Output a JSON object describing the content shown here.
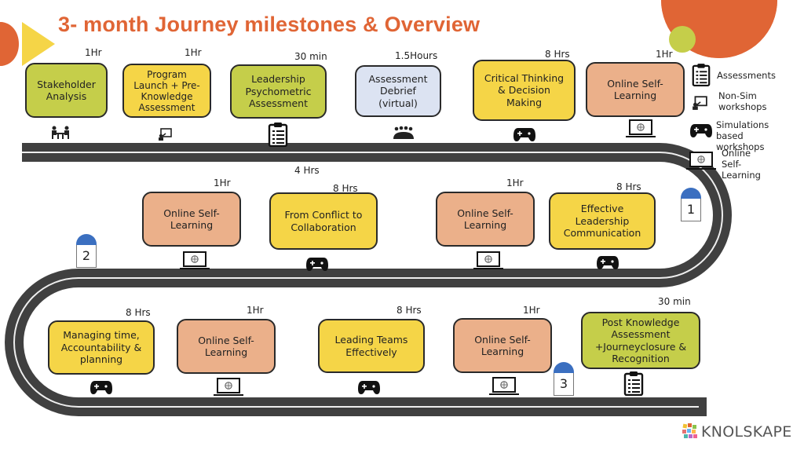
{
  "title": "3- month  Journey milestones & Overview",
  "colors": {
    "accent_orange": "#E06535",
    "accent_yellow": "#F5D547",
    "green": "#C5CE4A",
    "yellow_box": "#F5D547",
    "peach": "#EBB08A",
    "lavender": "#DCE3F2",
    "road": "#404040",
    "milestone_cap": "#3B6FC0"
  },
  "rows": [
    {
      "name": "row-1",
      "activities": [
        {
          "label": "Stakeholder\nAnalysis",
          "duration": "1Hr",
          "type": "non-sim",
          "icon": "meeting-icon",
          "color": "green"
        },
        {
          "label": "Program\nLaunch + Pre-\nKnowledge\nAssessment",
          "duration": "1Hr",
          "type": "non-sim",
          "icon": "presentation-icon",
          "color": "yellow"
        },
        {
          "label": "Leadership\nPsychometric\nAssessment",
          "duration": "30 min",
          "type": "assessment",
          "icon": "clipboard-icon",
          "color": "green"
        },
        {
          "label": "Assessment\nDebrief\n(virtual)",
          "duration": "1.5Hours",
          "type": "group",
          "icon": "group-icon",
          "color": "lavender"
        },
        {
          "label": "Critical Thinking\n& Decision\nMaking",
          "duration": "8 Hrs",
          "type": "simulation",
          "icon": "gamepad-icon",
          "color": "yellow"
        },
        {
          "label": "Online Self-\nLearning",
          "duration": "1Hr",
          "type": "online",
          "icon": "laptop-icon",
          "color": "peach"
        }
      ]
    },
    {
      "name": "row-2",
      "extra_duration": "4 Hrs",
      "activities": [
        {
          "label": "Online Self-\nLearning",
          "duration": "1Hr",
          "type": "online",
          "icon": "laptop-icon",
          "color": "peach"
        },
        {
          "label": "From Conflict to\nCollaboration",
          "duration": "8 Hrs",
          "type": "simulation",
          "icon": "gamepad-icon",
          "color": "yellow"
        },
        {
          "label": "Online Self-\nLearning",
          "duration": "1Hr",
          "type": "online",
          "icon": "laptop-icon",
          "color": "peach"
        },
        {
          "label": "Effective\nLeadership\nCommunication",
          "duration": "8 Hrs",
          "type": "simulation",
          "icon": "gamepad-icon",
          "color": "yellow"
        }
      ]
    },
    {
      "name": "row-3",
      "activities": [
        {
          "label": "Managing  time,\nAccountability &\nplanning",
          "duration": "8 Hrs",
          "type": "simulation",
          "icon": "gamepad-icon",
          "color": "yellow"
        },
        {
          "label": "Online Self-\nLearning",
          "duration": "1Hr",
          "type": "online",
          "icon": "laptop-icon",
          "color": "peach"
        },
        {
          "label": "Leading Teams\nEffectively",
          "duration": "8 Hrs",
          "type": "simulation",
          "icon": "gamepad-icon",
          "color": "yellow"
        },
        {
          "label": "Online Self-\nLearning",
          "duration": "1Hr",
          "type": "online",
          "icon": "laptop-icon",
          "color": "peach"
        },
        {
          "label": "Post Knowledge\nAssessment\n+Journeyclosure &\nRecognition",
          "duration": "30 min",
          "type": "assessment",
          "icon": "clipboard-icon",
          "color": "green"
        }
      ]
    }
  ],
  "milestones": [
    "1",
    "2",
    "3"
  ],
  "legend": [
    {
      "icon": "clipboard-icon",
      "label": "Assessments"
    },
    {
      "icon": "presentation-icon",
      "label": "Non-Sim\nworkshops"
    },
    {
      "icon": "gamepad-icon",
      "label": "Simulations\nbased workshops"
    },
    {
      "icon": "laptop-icon",
      "label": "Online Self-\nLearning"
    }
  ],
  "logo": {
    "text": "KNOLSKAPE"
  }
}
